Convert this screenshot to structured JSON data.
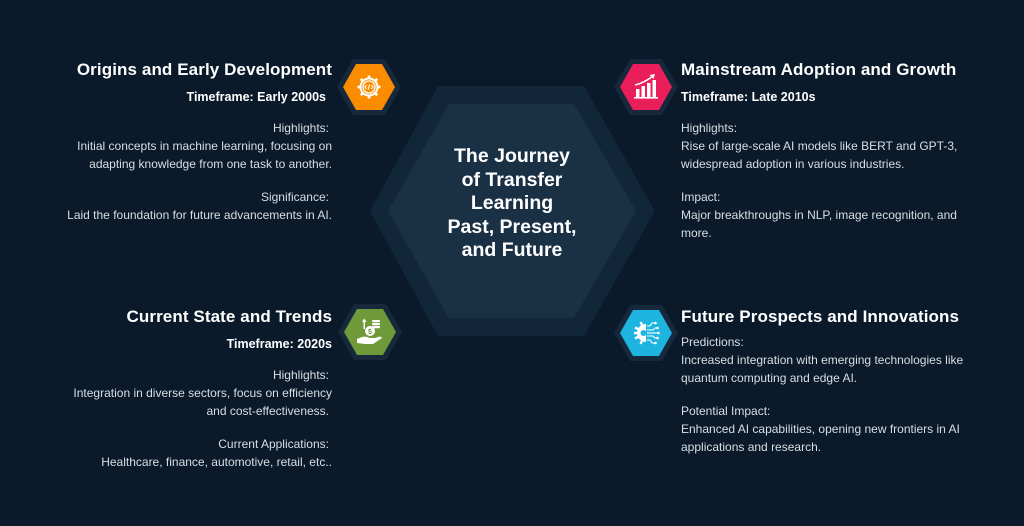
{
  "center": {
    "title_lines": [
      "The Journey",
      "of Transfer",
      "Learning",
      "Past, Present,",
      "and Future"
    ]
  },
  "colors": {
    "background": "#0a1a2b",
    "center_outer": "#12263a",
    "center_inner": "#1a3045",
    "icon_ring": "#16283b",
    "origins": "#fb8c00",
    "mainstream": "#e91e5a",
    "current": "#6e9a3a",
    "future": "#1eb4e0"
  },
  "stages": {
    "origins": {
      "icon": "gear-code-icon",
      "title": "Origins and Early Development",
      "timeframe": "Timeframe: Early 2000s",
      "sections": [
        {
          "label": "Highlights:",
          "lines": [
            "Initial concepts in machine learning, focusing on",
            "adapting knowledge from one task to another."
          ]
        },
        {
          "label": "Significance:",
          "lines": [
            "Laid the foundation for future advancements in AI."
          ]
        }
      ]
    },
    "mainstream": {
      "icon": "growth-chart-icon",
      "title": "Mainstream Adoption and Growth",
      "timeframe": "Timeframe: Late 2010s",
      "sections": [
        {
          "label": "Highlights:",
          "lines": [
            "Rise of large-scale AI models like BERT and GPT-3,",
            "widespread adoption in various industries."
          ]
        },
        {
          "label": "Impact:",
          "lines": [
            "Major breakthroughs in NLP, image recognition, and",
            "more."
          ]
        }
      ]
    },
    "current": {
      "icon": "hand-coins-icon",
      "title": "Current State and Trends",
      "timeframe": "Timeframe: 2020s",
      "sections": [
        {
          "label": "Highlights:",
          "lines": [
            "Integration in diverse sectors, focus on efficiency",
            "and cost-effectiveness."
          ]
        },
        {
          "label": "Current Applications:",
          "lines": [
            "Healthcare, finance, automotive, retail, etc.."
          ]
        }
      ]
    },
    "future": {
      "icon": "gear-circuit-icon",
      "title": "Future Prospects and Innovations",
      "timeframe": "",
      "sections": [
        {
          "label": "Predictions:",
          "lines": [
            "Increased integration with emerging technologies like",
            "quantum computing and edge AI."
          ]
        },
        {
          "label": "Potential Impact:",
          "lines": [
            "Enhanced AI capabilities, opening new frontiers in AI",
            "applications and research."
          ]
        }
      ]
    }
  }
}
